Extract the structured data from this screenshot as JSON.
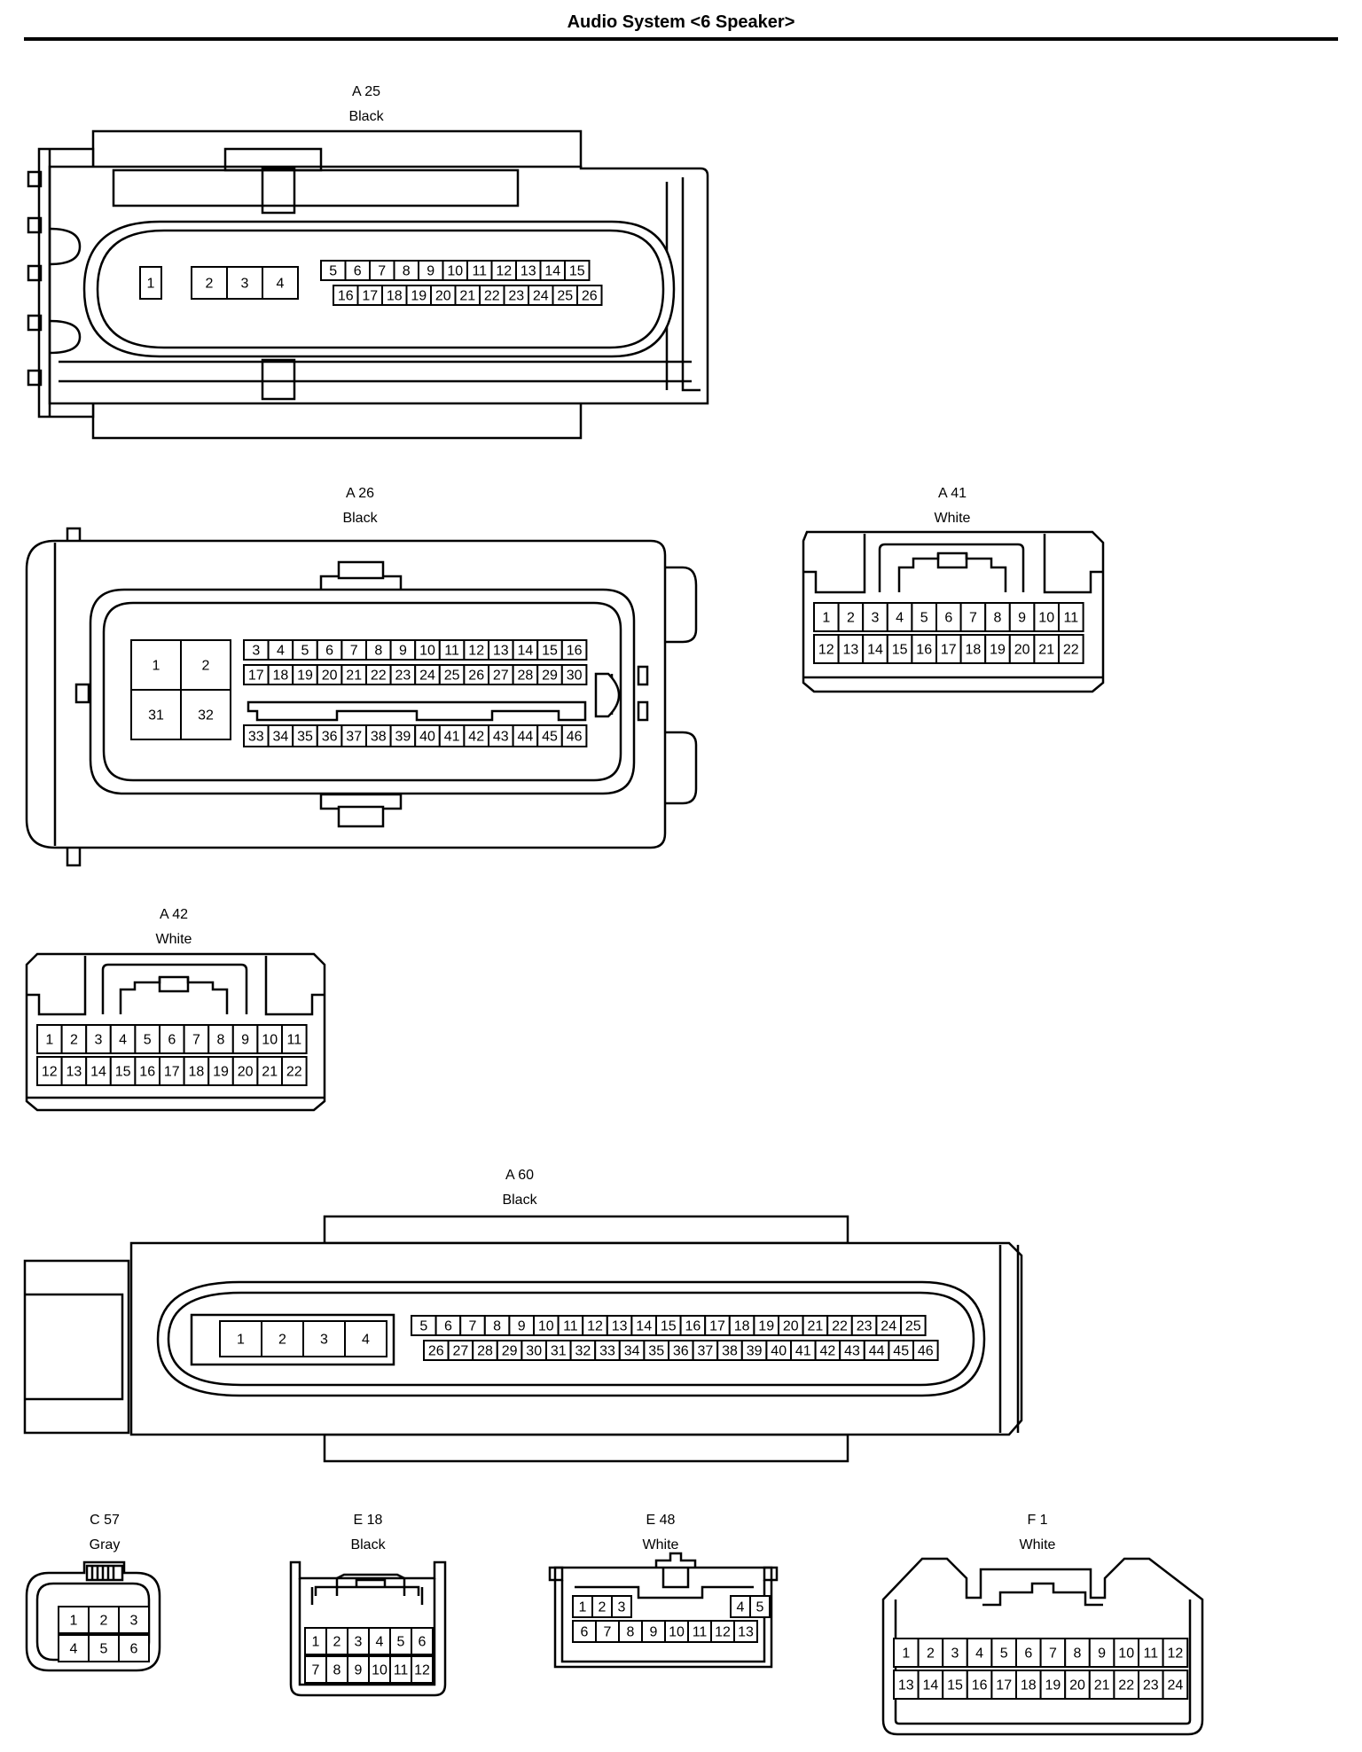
{
  "title": "Audio System <6 Speaker>",
  "connectors": [
    {
      "id": "A 25",
      "color": "Black",
      "pins": [
        "1",
        "2",
        "3",
        "4",
        "5",
        "6",
        "7",
        "8",
        "9",
        "10",
        "11",
        "12",
        "13",
        "14",
        "15",
        "16",
        "17",
        "18",
        "19",
        "20",
        "21",
        "22",
        "23",
        "24",
        "25",
        "26"
      ]
    },
    {
      "id": "A 26",
      "color": "Black",
      "pins": [
        "1",
        "2",
        "31",
        "32",
        "3",
        "4",
        "5",
        "6",
        "7",
        "8",
        "9",
        "10",
        "11",
        "12",
        "13",
        "14",
        "15",
        "16",
        "17",
        "18",
        "19",
        "20",
        "21",
        "22",
        "23",
        "24",
        "25",
        "26",
        "27",
        "28",
        "29",
        "30",
        "33",
        "34",
        "35",
        "36",
        "37",
        "38",
        "39",
        "40",
        "41",
        "42",
        "43",
        "44",
        "45",
        "46"
      ]
    },
    {
      "id": "A 41",
      "color": "White",
      "pins": [
        "1",
        "2",
        "3",
        "4",
        "5",
        "6",
        "7",
        "8",
        "9",
        "10",
        "11",
        "12",
        "13",
        "14",
        "15",
        "16",
        "17",
        "18",
        "19",
        "20",
        "21",
        "22"
      ]
    },
    {
      "id": "A 42",
      "color": "White",
      "pins": [
        "1",
        "2",
        "3",
        "4",
        "5",
        "6",
        "7",
        "8",
        "9",
        "10",
        "11",
        "12",
        "13",
        "14",
        "15",
        "16",
        "17",
        "18",
        "19",
        "20",
        "21",
        "22"
      ]
    },
    {
      "id": "A 60",
      "color": "Black",
      "pins": [
        "1",
        "2",
        "3",
        "4",
        "5",
        "6",
        "7",
        "8",
        "9",
        "10",
        "11",
        "12",
        "13",
        "14",
        "15",
        "16",
        "17",
        "18",
        "19",
        "20",
        "21",
        "22",
        "23",
        "24",
        "25",
        "26",
        "27",
        "28",
        "29",
        "30",
        "31",
        "32",
        "33",
        "34",
        "35",
        "36",
        "37",
        "38",
        "39",
        "40",
        "41",
        "42",
        "43",
        "44",
        "45",
        "46"
      ]
    },
    {
      "id": "C 57",
      "color": "Gray",
      "pins": [
        "1",
        "2",
        "3",
        "4",
        "5",
        "6"
      ]
    },
    {
      "id": "E 18",
      "color": "Black",
      "pins": [
        "1",
        "2",
        "3",
        "4",
        "5",
        "6",
        "7",
        "8",
        "9",
        "10",
        "11",
        "12"
      ]
    },
    {
      "id": "E 48",
      "color": "White",
      "pins": [
        "1",
        "2",
        "3",
        "4",
        "5",
        "6",
        "7",
        "8",
        "9",
        "10",
        "11",
        "12",
        "13"
      ]
    },
    {
      "id": "F 1",
      "color": "White",
      "pins": [
        "1",
        "2",
        "3",
        "4",
        "5",
        "6",
        "7",
        "8",
        "9",
        "10",
        "11",
        "12",
        "13",
        "14",
        "15",
        "16",
        "17",
        "18",
        "19",
        "20",
        "21",
        "22",
        "23",
        "24"
      ]
    }
  ]
}
